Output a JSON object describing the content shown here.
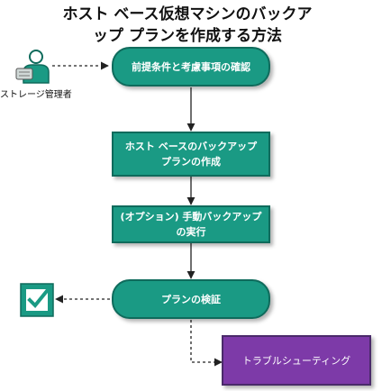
{
  "title_line1": "ホスト ベース仮想マシンのバックア",
  "title_line2": "ップ プランを作成する方法",
  "role": {
    "label": "ストレージ管理者",
    "icon": "storage-admin-person-icon"
  },
  "steps": [
    {
      "id": "prereq",
      "label": "前提条件と考慮事項の確認"
    },
    {
      "id": "create",
      "label_line1": "ホスト ベースのバックアップ",
      "label_line2": "プランの作成"
    },
    {
      "id": "manual",
      "label_line1": "(オプション) 手動バックアップ",
      "label_line2": "の実行"
    },
    {
      "id": "verify",
      "label": "プランの検証"
    },
    {
      "id": "troubleshoot",
      "label": "トラブルシューティング"
    }
  ],
  "verify_icon": "checkbox-check-icon",
  "colors": {
    "step_fill": "#1a9a84",
    "step_border": "#0f6b5c",
    "troubleshoot_fill": "#7d3aa8",
    "checkbox_fill": "#1a9a84"
  }
}
